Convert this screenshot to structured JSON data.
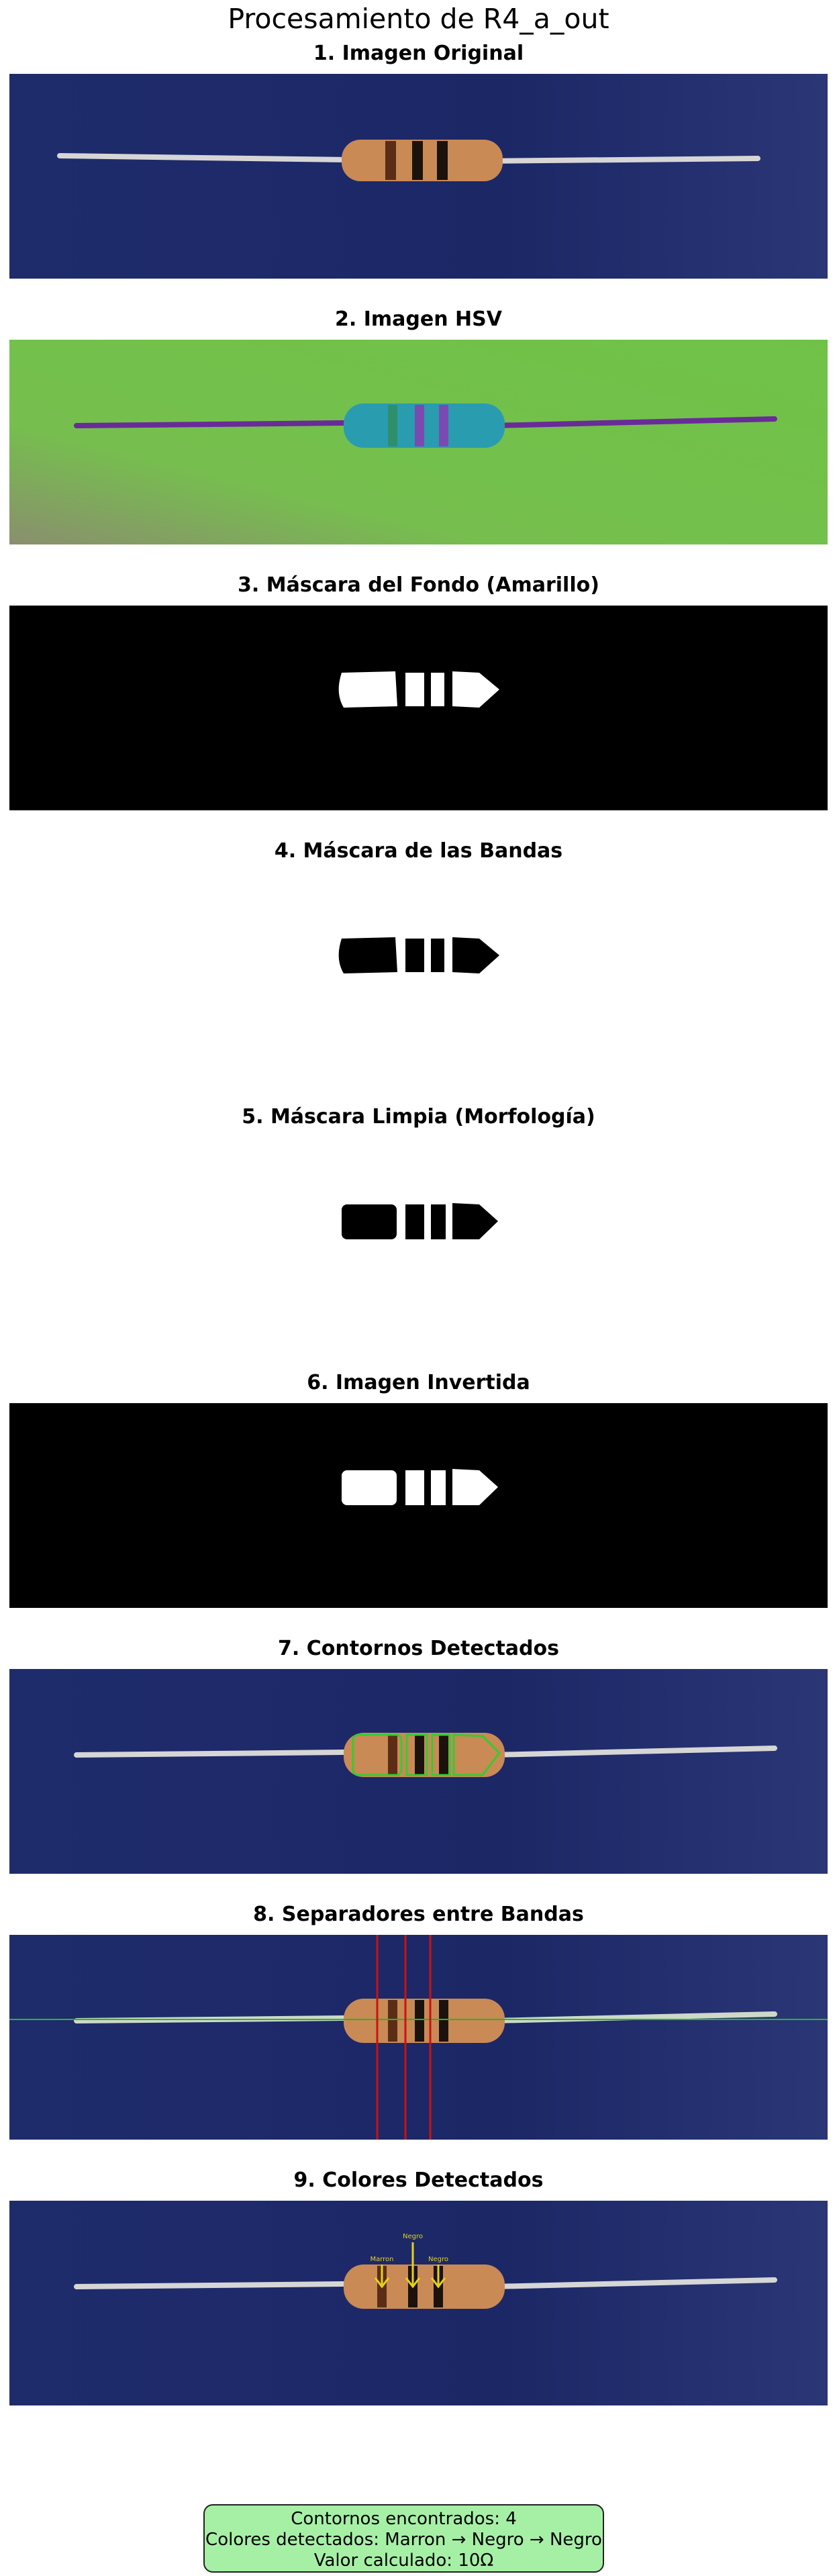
{
  "title": "Procesamiento de R4_a_out",
  "panels": [
    {
      "label": "1. Imagen Original"
    },
    {
      "label": "2. Imagen HSV"
    },
    {
      "label": "3. Máscara del Fondo (Amarillo)"
    },
    {
      "label": "4. Máscara de las Bandas"
    },
    {
      "label": "5. Máscara Limpia (Morfología)"
    },
    {
      "label": "6. Imagen Invertida"
    },
    {
      "label": "7. Contornos Detectados"
    },
    {
      "label": "8. Separadores entre Bandas"
    },
    {
      "label": "9. Colores Detectados"
    }
  ],
  "annotations": {
    "band1": "Marron",
    "band2": "Negro",
    "band3": "Negro"
  },
  "summary": {
    "line1": "Contornos encontrados: 4",
    "line2": "Colores detectados: Marron → Negro → Negro",
    "line3": "Valor calculado: 10Ω"
  },
  "colors": {
    "background_blue": "#1e2a6a",
    "hsv_green": "#72c24a",
    "resistor_body": "#c98a55",
    "contour_green": "#33cc33",
    "separator_red": "#cc1111",
    "summary_bg": "#a6f0a6",
    "annotation_yellow": "#e6d21a"
  }
}
